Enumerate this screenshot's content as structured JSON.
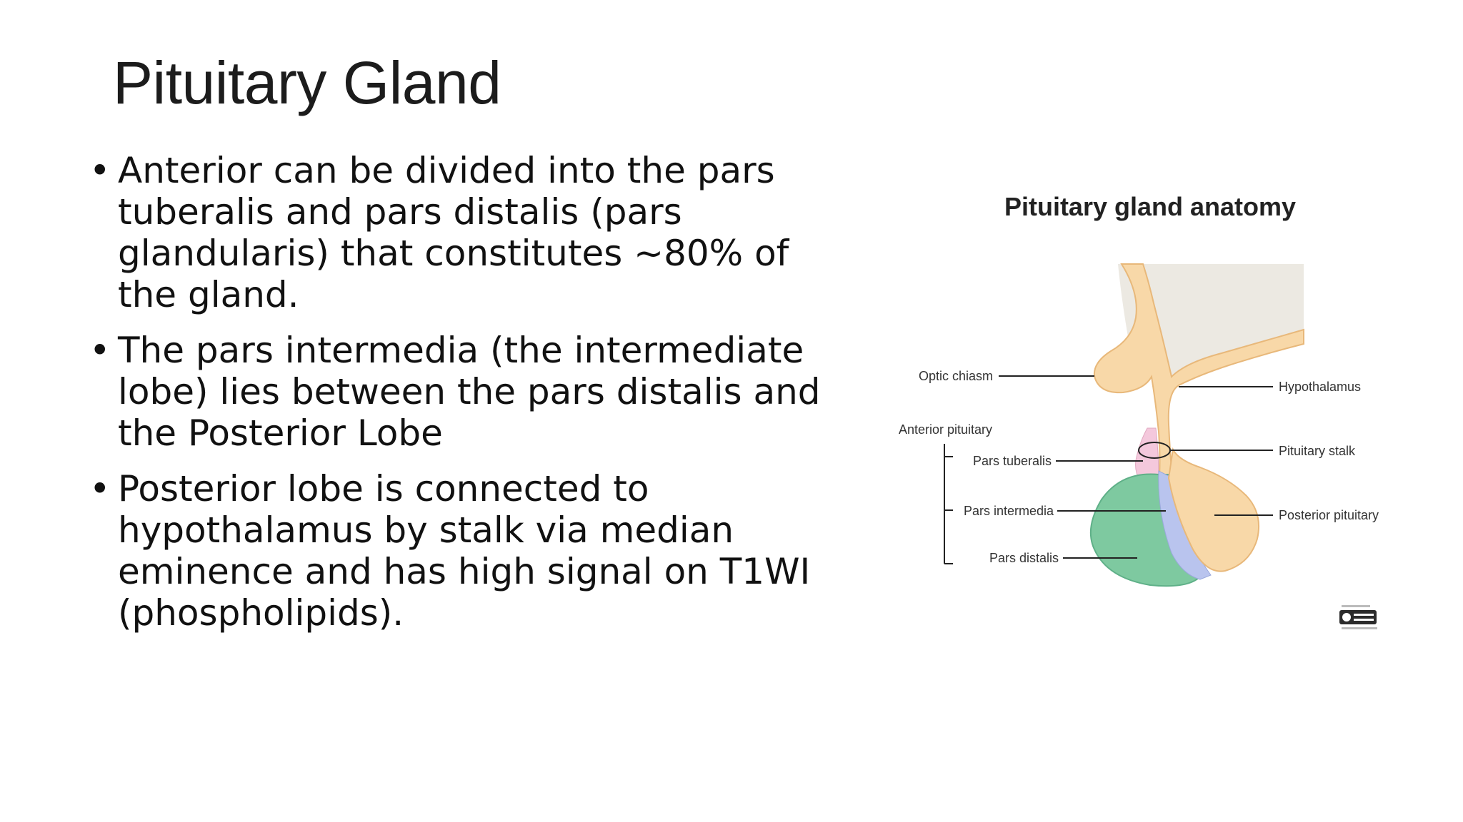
{
  "slide": {
    "title": "Pituitary Gland",
    "bullets": [
      "Anterior can be divided into the pars tuberalis and pars distalis (pars glandularis) that constitutes ~80% of the gland.",
      "The pars intermedia (the intermediate lobe) lies between the pars distalis and the Posterior Lobe",
      "Posterior lobe is connected to hypothalamus by stalk via median eminence and has high signal on T1WI (phospholipids)."
    ],
    "bullet_symbol": "•"
  },
  "figure": {
    "title": "Pituitary gland anatomy",
    "labels": {
      "optic_chiasm": "Optic chiasm",
      "hypothalamus": "Hypothalamus",
      "anterior_pituitary": "Anterior pituitary",
      "pars_tuberalis": "Pars tuberalis",
      "pitutary_stalk": "Pituitary stalk",
      "pars_intermedia": "Pars intermedia",
      "posterior_pituitary": "Posterior pituitary",
      "pars_distalis": "Pars distalis"
    },
    "colors": {
      "brain_tan": "#f8d8a8",
      "brain_outline": "#e8b87a",
      "background_grey": "#ece9e2",
      "pars_distalis_green": "#7ec9a0",
      "pars_distalis_dark": "#5fb088",
      "pars_intermedia_blue": "#b9c4ee",
      "pars_tuberalis_pink": "#f4c8dc"
    },
    "license_icon": "creative-commons-badge-icon"
  }
}
